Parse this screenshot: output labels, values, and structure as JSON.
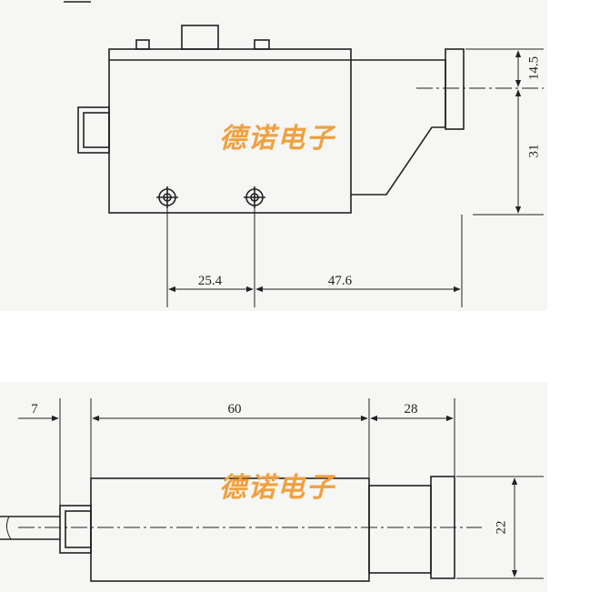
{
  "watermark": "德诺电子",
  "top_view": {
    "dims": {
      "height_upper": "14.5",
      "height_lower": "31",
      "hole_spacing": "25.4",
      "hole_to_lens": "47.6"
    }
  },
  "side_view": {
    "dims": {
      "cable_len": "7",
      "body_len": "60",
      "lens_len": "28",
      "diameter": "22"
    }
  },
  "colors": {
    "line": "#222222",
    "watermark": "#f0a040",
    "panel": "#f6f6f4"
  }
}
